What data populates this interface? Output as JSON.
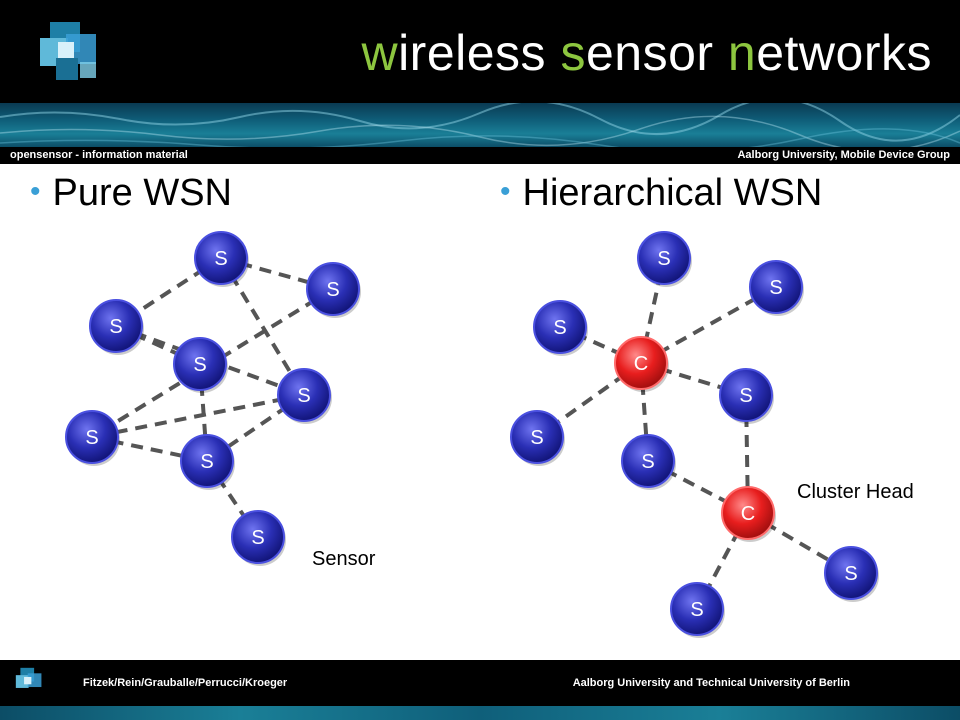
{
  "header": {
    "title_w": "w",
    "title_1": "ireless ",
    "title_s": "s",
    "title_2": "ensor ",
    "title_n": "n",
    "title_3": "etworks",
    "accent_color": "#8dc63f",
    "logo_icon": "cubes-logo-icon"
  },
  "infobar": {
    "left": "opensensor  - information material",
    "right": "Aalborg University, Mobile Device Group"
  },
  "left_panel": {
    "heading": "Pure WSN",
    "nodes": [
      {
        "label": "S"
      },
      {
        "label": "S"
      },
      {
        "label": "S"
      },
      {
        "label": "S"
      },
      {
        "label": "S"
      },
      {
        "label": "S"
      },
      {
        "label": "S"
      },
      {
        "label": "S"
      }
    ],
    "edges": [
      [
        0,
        1
      ],
      [
        0,
        2
      ],
      [
        0,
        4
      ],
      [
        1,
        5
      ],
      [
        2,
        3
      ],
      [
        2,
        4
      ],
      [
        3,
        6
      ],
      [
        4,
        5
      ],
      [
        4,
        6
      ],
      [
        5,
        6
      ],
      [
        6,
        7
      ]
    ],
    "annotation": "Sensor"
  },
  "right_panel": {
    "heading": "Hierarchical WSN",
    "nodes": [
      {
        "label": "S"
      },
      {
        "label": "S"
      },
      {
        "label": "S"
      },
      {
        "label": "C"
      },
      {
        "label": "S"
      },
      {
        "label": "S"
      },
      {
        "label": "S"
      },
      {
        "label": "C"
      },
      {
        "label": "S"
      },
      {
        "label": "S"
      }
    ],
    "edges": [
      [
        3,
        0
      ],
      [
        3,
        1
      ],
      [
        3,
        2
      ],
      [
        3,
        4
      ],
      [
        3,
        5
      ],
      [
        3,
        6
      ],
      [
        6,
        7
      ],
      [
        4,
        7
      ],
      [
        7,
        8
      ],
      [
        7,
        9
      ]
    ],
    "annotation": "Cluster Head"
  },
  "colors": {
    "sensor": "#2a2fb5",
    "cluster_head": "#e81e1e",
    "bullet": "#3a9fd6",
    "edge": "#555555"
  },
  "footer": {
    "left": "Fitzek/Rein/Grauballe/Perrucci/Kroeger",
    "right": "Aalborg University and Technical University  of Berlin",
    "logo_icon": "cubes-logo-icon"
  }
}
